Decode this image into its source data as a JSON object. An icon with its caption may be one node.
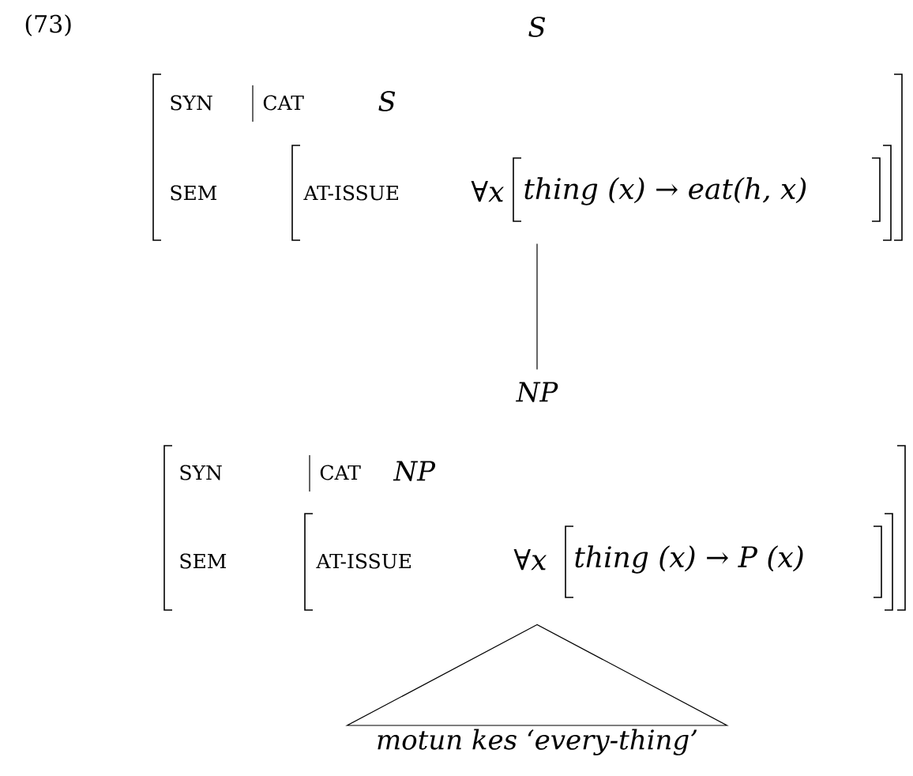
{
  "diagram": {
    "nodes": [
      {
        "text": [
          "S",
          "SYN",
          "CAT",
          "S",
          "SEM",
          "AT-ISSUE",
          "∀x",
          "thing (x) → eat(h, x)"
        ]
      },
      {
        "text": [
          "NP",
          "SYN",
          "CAT",
          "NP",
          "SEM",
          "AT-ISSUE",
          "∀x",
          "thing (x) → P (x)"
        ]
      },
      {
        "text": [
          "motun kes ‘every-thing’"
        ]
      }
    ],
    "edges": [
      {
        "from": 0,
        "to": 1,
        "arrow": "none"
      },
      {
        "from": 1,
        "to": 2,
        "arrow": "none"
      }
    ],
    "labels": [
      "(73)"
    ]
  }
}
